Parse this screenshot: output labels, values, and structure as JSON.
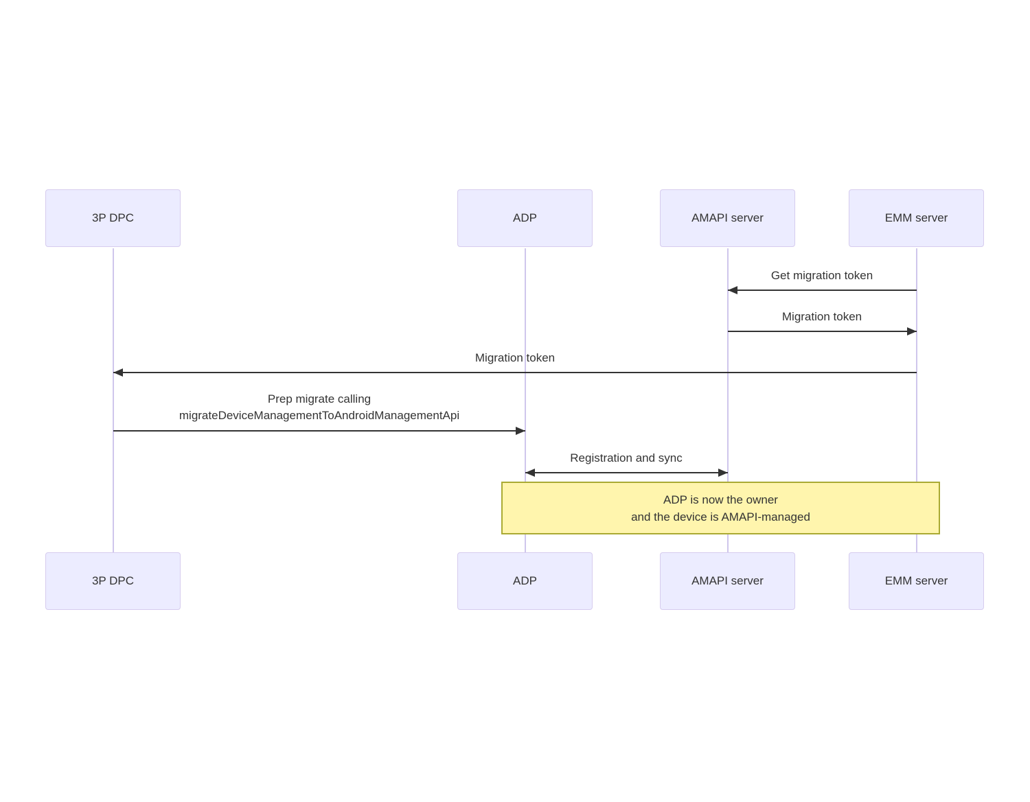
{
  "diagram": {
    "type": "sequence",
    "actors": [
      {
        "id": "3p-dpc",
        "label": "3P DPC"
      },
      {
        "id": "adp",
        "label": "ADP"
      },
      {
        "id": "amapi-server",
        "label": "AMAPI server"
      },
      {
        "id": "emm-server",
        "label": "EMM server"
      }
    ],
    "messages": [
      {
        "label": "Get migration token",
        "from": "EMM server",
        "to": "AMAPI server",
        "arrow": "left"
      },
      {
        "label": "Migration token",
        "from": "AMAPI server",
        "to": "EMM server",
        "arrow": "right"
      },
      {
        "label": "Migration token",
        "from": "EMM server",
        "to": "3P DPC",
        "arrow": "left"
      },
      {
        "label": "Prep migrate calling\nmigrateDeviceManagementToAndroidManagementApi",
        "from": "3P DPC",
        "to": "ADP",
        "arrow": "right"
      },
      {
        "label": "Registration and sync",
        "from": "ADP",
        "to": "AMAPI server",
        "arrow": "both"
      }
    ],
    "note": {
      "label": "ADP is now the owner\nand the device is AMAPI-managed",
      "over": "ADP, AMAPI server, EMM server"
    },
    "colors": {
      "actor_fill": "#ECECFF",
      "actor_border": "#D6CCEE",
      "lifeline": "#CFC6EC",
      "note_fill": "#FFF5AD",
      "note_border": "#AAAA33",
      "message_text": "#333333",
      "arrow": "#333333"
    }
  }
}
